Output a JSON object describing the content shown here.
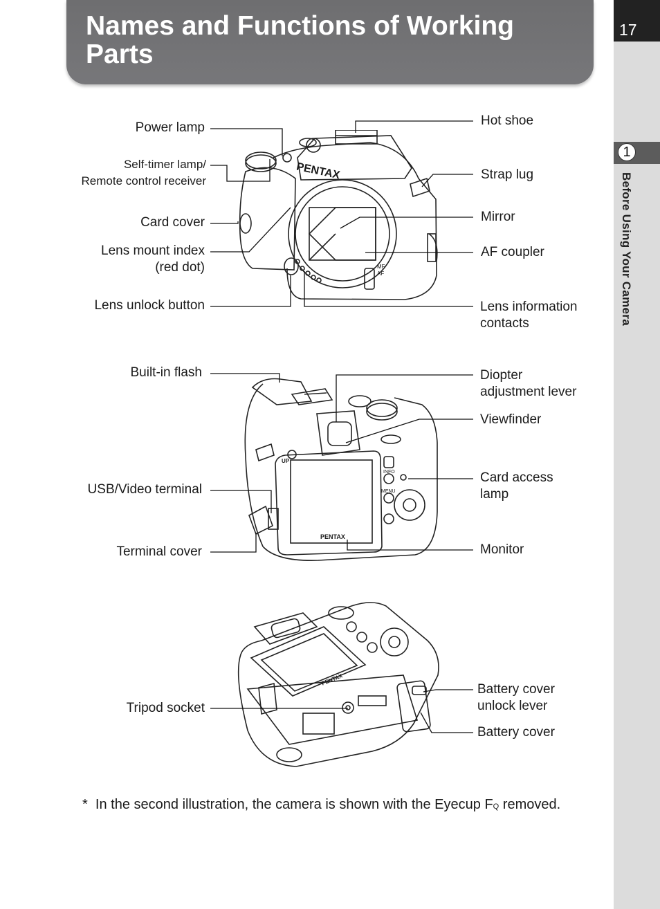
{
  "page": {
    "title": "Names and Functions of Working Parts",
    "page_number": "17",
    "chapter_number": "1",
    "chapter_title": "Before Using Your Camera"
  },
  "front_view": {
    "power_lamp": "Power lamp",
    "self_timer_lamp_line1": "Self-timer lamp/",
    "self_timer_lamp_line2": "Remote control receiver",
    "card_cover": "Card cover",
    "lens_mount_index_line1": "Lens mount index",
    "lens_mount_index_line2": "(red dot)",
    "lens_unlock_button": "Lens unlock button",
    "hot_shoe": "Hot shoe",
    "strap_lug": "Strap lug",
    "mirror": "Mirror",
    "af_coupler": "AF coupler",
    "lens_info_line1": "Lens information",
    "lens_info_line2": "contacts",
    "brand": "PENTAX",
    "mf_label": "MF",
    "af_label": "AF"
  },
  "rear_view": {
    "built_in_flash": "Built-in flash",
    "usb_video_terminal": "USB/Video terminal",
    "terminal_cover": "Terminal cover",
    "diopter_line1": "Diopter",
    "diopter_line2": "adjustment lever",
    "viewfinder": "Viewfinder",
    "card_access_line1": "Card access",
    "card_access_line2": "lamp",
    "monitor": "Monitor",
    "brand": "PENTAX",
    "info_button": "INFO",
    "menu_button": "MENU",
    "flash_up": "UP"
  },
  "bottom_view": {
    "tripod_socket": "Tripod socket",
    "battery_cover_unlock_line1": "Battery cover",
    "battery_cover_unlock_line2": "unlock lever",
    "battery_cover": "Battery cover",
    "brand": "PENTAX"
  },
  "footnote": {
    "star": "*",
    "text_before": "In the second illustration, the camera is shown with the Eyecup F",
    "subscript": "Q",
    "text_after": " removed."
  }
}
